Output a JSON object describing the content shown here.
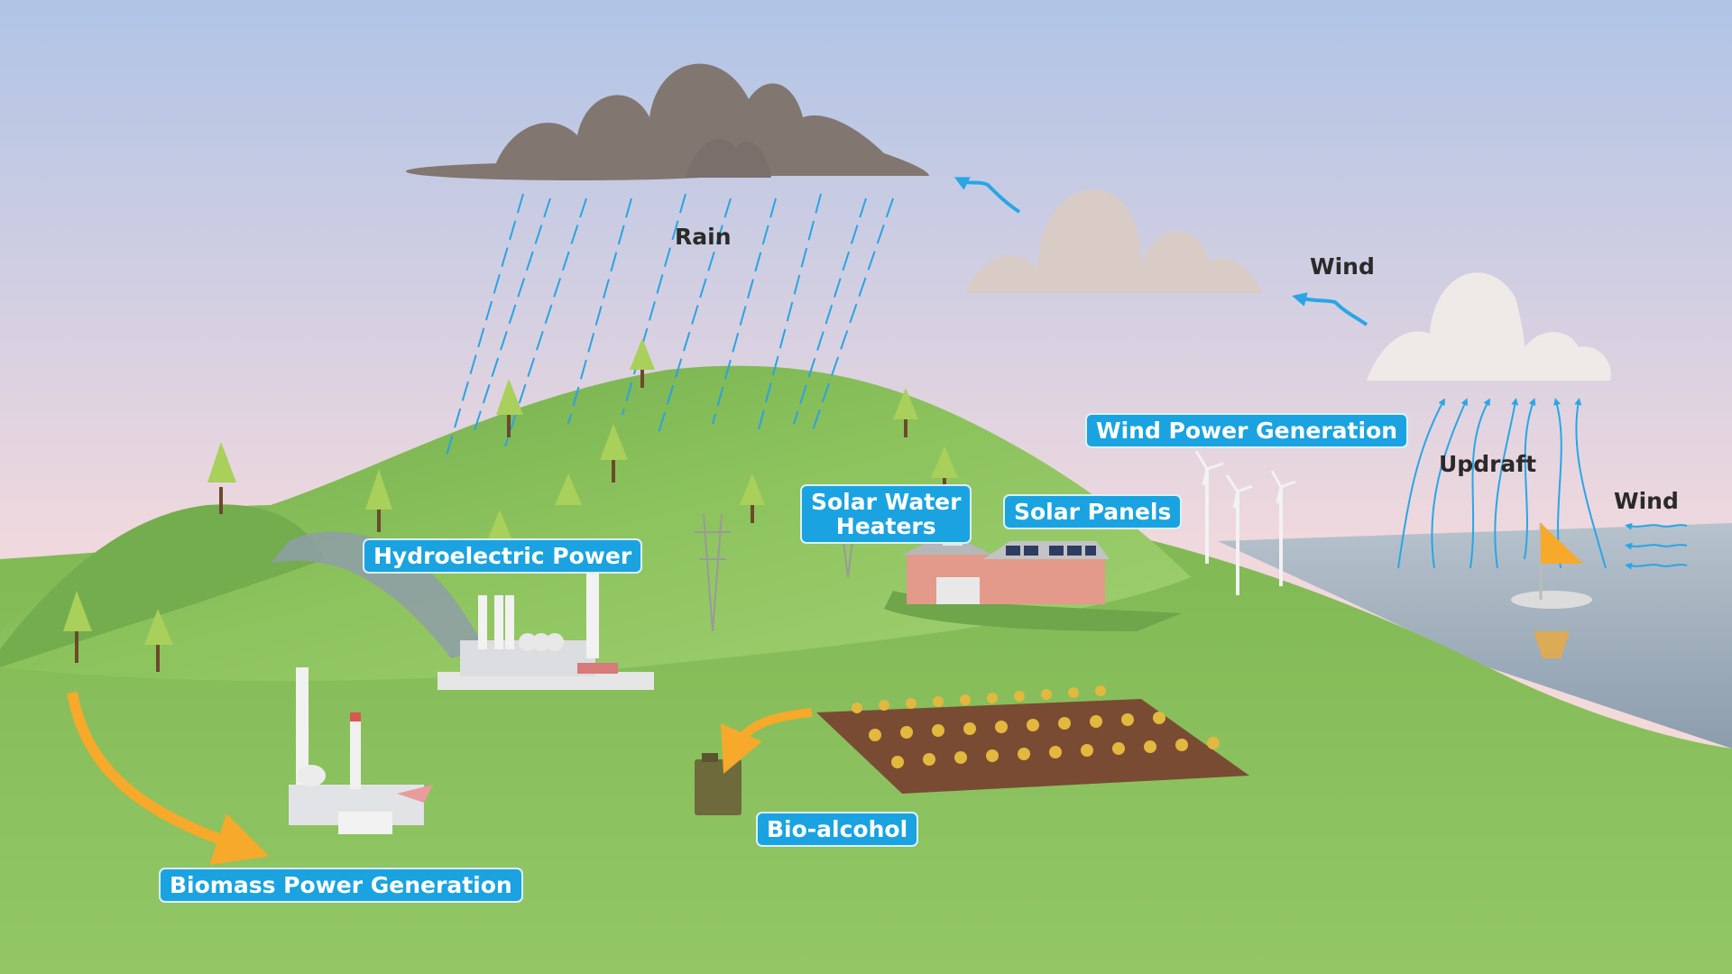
{
  "labels": {
    "rain": "Rain",
    "wind_top": "Wind",
    "wind_right": "Wind",
    "updraft": "Updraft",
    "wind_power": "Wind Power Generation",
    "solar_water_line1": "Solar Water",
    "solar_water_line2": "Heaters",
    "solar_panels": "Solar Panels",
    "hydro": "Hydroelectric Power",
    "bio_alcohol": "Bio-alcohol",
    "biomass": "Biomass Power Generation"
  },
  "colors": {
    "label_bg": "#1aa3e0",
    "sky_top": "#b0c4e6",
    "sky_bottom": "#f7ddd6",
    "grass": "#86bd5a",
    "hill": "#7fba55",
    "water": "#9aa9b4",
    "arrow_orange": "#f6a92b",
    "wind_blue": "#29a6e6",
    "rain_blue": "#2aa3e3"
  }
}
